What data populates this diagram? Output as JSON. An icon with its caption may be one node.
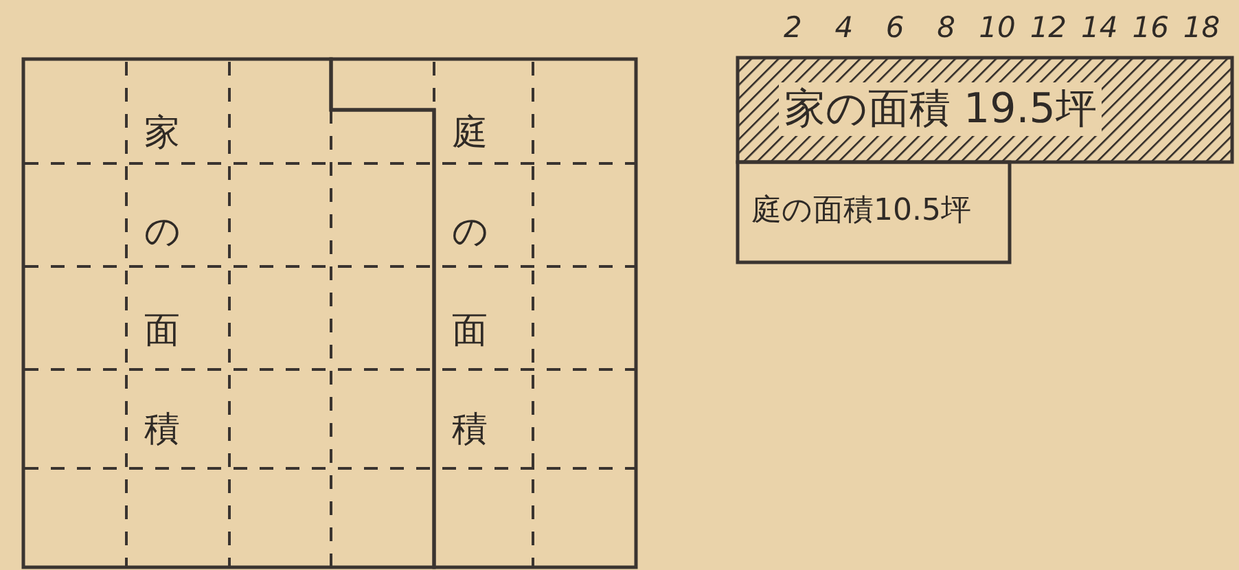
{
  "diagram": {
    "nodes": [
      {
        "text": [
          "家の面積"
        ]
      },
      {
        "text": [
          "庭の面積"
        ]
      },
      {
        "text": [
          "家の面積 19.5坪"
        ]
      },
      {
        "text": [
          "庭の面積10.5坪"
        ]
      }
    ],
    "labels": [
      "2",
      "4",
      "6",
      "8",
      "10",
      "12",
      "14",
      "16",
      "18"
    ]
  }
}
